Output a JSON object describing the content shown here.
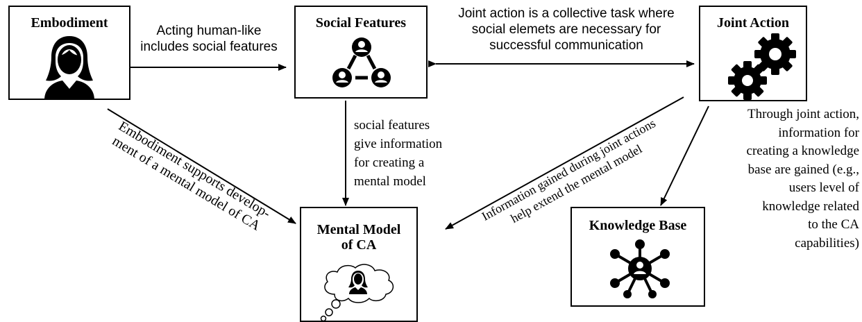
{
  "boxes": {
    "embodiment": "Embodiment",
    "social_features": "Social Features",
    "joint_action": "Joint Action",
    "mental_model": [
      "Mental Model",
      "of CA"
    ],
    "knowledge_base": "Knowledge Base"
  },
  "edges": {
    "embodiment_social": [
      "Acting human-like",
      "includes social features"
    ],
    "social_joint": [
      "Joint action is a collective task where",
      "social elemets are necessary for",
      "successful communication"
    ],
    "social_mental": [
      "social features",
      "give information",
      "for creating a",
      "mental model"
    ],
    "embodiment_mental": [
      "Embodiment supports develop-",
      "ment of a mental model of CA"
    ],
    "joint_mental": [
      "Information gained during joint actions",
      "help extend the mental model"
    ],
    "joint_knowledge": [
      "Through joint action,",
      "information for",
      "creating a knowledge",
      "base are gained (e.g.,",
      "users level of",
      "knowledge related",
      "to the CA",
      "capabilities)"
    ]
  },
  "icons": {
    "embodiment": "woman-avatar-icon",
    "social_features": "people-network-icon",
    "joint_action": "gears-icon",
    "mental_model": "thought-cloud-avatar-icon",
    "knowledge_base": "hub-network-icon"
  }
}
